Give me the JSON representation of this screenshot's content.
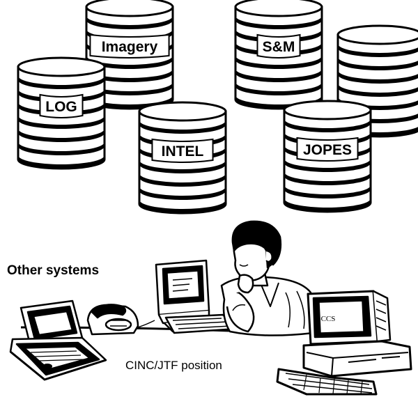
{
  "databases": [
    {
      "id": "log",
      "label": "LOG"
    },
    {
      "id": "imagery",
      "label": "Imagery"
    },
    {
      "id": "intel",
      "label": "INTEL"
    },
    {
      "id": "sm",
      "label": "S&M"
    },
    {
      "id": "jopes",
      "label": "JOPES"
    },
    {
      "id": "unlabeled",
      "label": ""
    }
  ],
  "labels": {
    "other_systems": "Other systems",
    "position": "CINC/JTF position",
    "gccs_screen": "GCCS"
  }
}
